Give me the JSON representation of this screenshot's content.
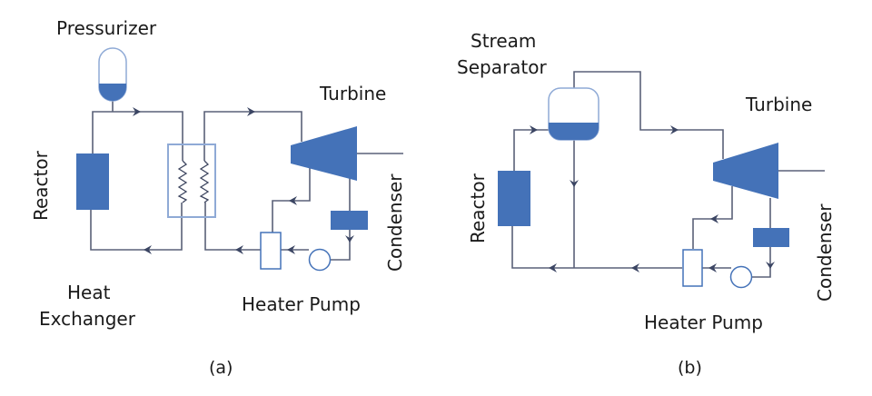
{
  "figure": {
    "panels": [
      {
        "id": "a",
        "caption": "(a)",
        "labels": {
          "pressurizer": "Pressurizer",
          "turbine": "Turbine",
          "reactor": "Reactor",
          "condenser": "Condenser",
          "heat_exchanger_line1": "Heat",
          "heat_exchanger_line2": "Exchanger",
          "heater_pump": "Heater Pump"
        }
      },
      {
        "id": "b",
        "caption": "(b)",
        "labels": {
          "separator_line1": "Stream",
          "separator_line2": "Separator",
          "turbine": "Turbine",
          "reactor": "Reactor",
          "condenser": "Condenser",
          "heater_pump": "Heater Pump"
        }
      }
    ],
    "colors": {
      "component_fill": "#4472b8",
      "pipe": "#5a6178",
      "arrow": "#3b4563",
      "heat_exchanger_frame": "#8faad6"
    }
  }
}
